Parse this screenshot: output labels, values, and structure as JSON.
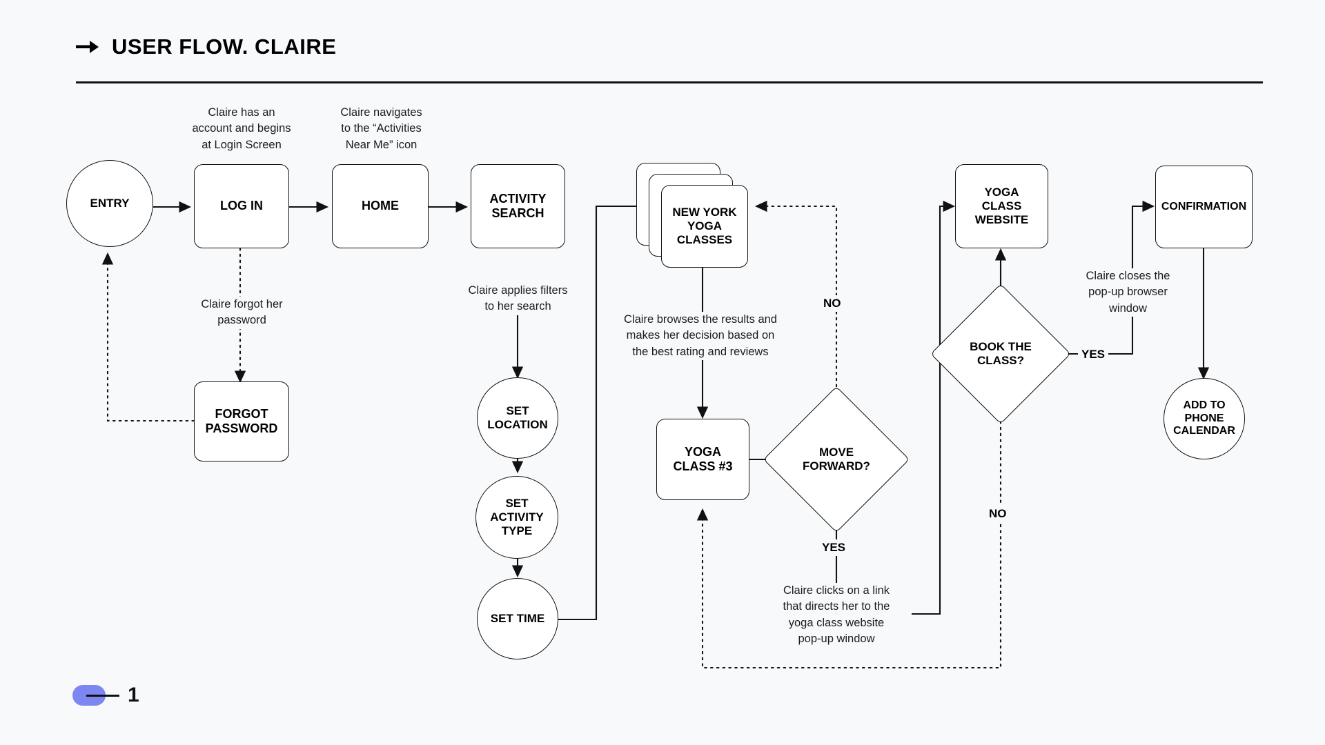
{
  "header": {
    "arrow_icon": "right-arrow-icon",
    "title": "USER FLOW. CLAIRE"
  },
  "footer": {
    "page_number": "1",
    "pill_color": "#7c87f2"
  },
  "colors": {
    "background": "#f7f9fb",
    "stroke": "#111111",
    "node_fill": "#ffffff",
    "accent": "#7c87f2"
  },
  "chart_data": {
    "type": "diagram",
    "title": "USER FLOW. CLAIRE",
    "nodes": [
      {
        "id": "entry",
        "label": "ENTRY",
        "shape": "circle"
      },
      {
        "id": "login",
        "label": "LOG IN",
        "shape": "rect"
      },
      {
        "id": "forgot",
        "label": "FORGOT\nPASSWORD",
        "shape": "rect"
      },
      {
        "id": "home",
        "label": "HOME",
        "shape": "rect"
      },
      {
        "id": "activity",
        "label": "ACTIVITY\nSEARCH",
        "shape": "rect"
      },
      {
        "id": "setloc",
        "label": "SET\nLOCATION",
        "shape": "circle"
      },
      {
        "id": "settype",
        "label": "SET\nACTIVITY\nTYPE",
        "shape": "circle"
      },
      {
        "id": "settime",
        "label": "SET TIME",
        "shape": "circle"
      },
      {
        "id": "nyyoga",
        "label": "NEW YORK\nYOGA\nCLASSES",
        "shape": "stack"
      },
      {
        "id": "yogaclass3",
        "label": "YOGA\nCLASS #3",
        "shape": "rect"
      },
      {
        "id": "moveforward",
        "label": "MOVE\nFORWARD?",
        "shape": "diamond"
      },
      {
        "id": "website",
        "label": "YOGA\nCLASS\nWEBSITE",
        "shape": "rect"
      },
      {
        "id": "booktheclass",
        "label": "BOOK THE\nCLASS?",
        "shape": "diamond"
      },
      {
        "id": "confirmation",
        "label": "CONFIRMATION",
        "shape": "rect"
      },
      {
        "id": "addcalendar",
        "label": "ADD TO\nPHONE\nCALENDAR",
        "shape": "circle"
      }
    ],
    "edges": [
      {
        "from": "entry",
        "to": "login",
        "style": "solid",
        "label": ""
      },
      {
        "from": "login",
        "to": "home",
        "style": "solid",
        "label": ""
      },
      {
        "from": "home",
        "to": "activity",
        "style": "solid",
        "label": ""
      },
      {
        "from": "login",
        "to": "forgot",
        "style": "dotted",
        "label": ""
      },
      {
        "from": "forgot",
        "to": "entry",
        "style": "dotted",
        "label": ""
      },
      {
        "from": "activity",
        "to": "setloc",
        "style": "solid",
        "label": ""
      },
      {
        "from": "setloc",
        "to": "settype",
        "style": "solid",
        "label": ""
      },
      {
        "from": "settype",
        "to": "settime",
        "style": "solid",
        "label": ""
      },
      {
        "from": "settime",
        "to": "nyyoga",
        "style": "solid",
        "label": ""
      },
      {
        "from": "nyyoga",
        "to": "yogaclass3",
        "style": "solid",
        "label": ""
      },
      {
        "from": "yogaclass3",
        "to": "moveforward",
        "style": "solid",
        "label": ""
      },
      {
        "from": "moveforward",
        "to": "nyyoga",
        "style": "dotted",
        "label": "NO"
      },
      {
        "from": "moveforward",
        "to": "website",
        "style": "solid",
        "label": "YES"
      },
      {
        "from": "booktheclass",
        "to": "website",
        "style": "solid",
        "label": ""
      },
      {
        "from": "booktheclass",
        "to": "confirmation",
        "style": "solid",
        "label": "YES"
      },
      {
        "from": "booktheclass",
        "to": "yogaclass3",
        "style": "dotted",
        "label": "NO"
      },
      {
        "from": "confirmation",
        "to": "addcalendar",
        "style": "solid",
        "label": ""
      }
    ]
  },
  "nodes": {
    "entry": {
      "label": "ENTRY"
    },
    "login": {
      "label": "LOG IN"
    },
    "forgot_l1": {
      "label": "FORGOT"
    },
    "forgot_l2": {
      "label": "PASSWORD"
    },
    "home": {
      "label": "HOME"
    },
    "activity_l1": {
      "label": "ACTIVITY"
    },
    "activity_l2": {
      "label": "SEARCH"
    },
    "setloc_l1": {
      "label": "SET"
    },
    "setloc_l2": {
      "label": "LOCATION"
    },
    "settype_l1": {
      "label": "SET"
    },
    "settype_l2": {
      "label": "ACTIVITY"
    },
    "settype_l3": {
      "label": "TYPE"
    },
    "settime": {
      "label": "SET TIME"
    },
    "nyyoga_l1": {
      "label": "NEW YORK"
    },
    "nyyoga_l2": {
      "label": "YOGA"
    },
    "nyyoga_l3": {
      "label": "CLASSES"
    },
    "yogaclass_l1": {
      "label": "YOGA"
    },
    "yogaclass_l2": {
      "label": "CLASS #3"
    },
    "moveforward_l1": {
      "label": "MOVE"
    },
    "moveforward_l2": {
      "label": "FORWARD?"
    },
    "website_l1": {
      "label": "YOGA"
    },
    "website_l2": {
      "label": "CLASS"
    },
    "website_l3": {
      "label": "WEBSITE"
    },
    "book_l1": {
      "label": "BOOK THE"
    },
    "book_l2": {
      "label": "CLASS?"
    },
    "confirmation": {
      "label": "CONFIRMATION"
    },
    "calendar_l1": {
      "label": "ADD TO"
    },
    "calendar_l2": {
      "label": "PHONE"
    },
    "calendar_l3": {
      "label": "CALENDAR"
    }
  },
  "notes": {
    "login_note": "Claire has an\naccount and begins\nat Login Screen",
    "home_note": "Claire navigates\nto the “Activities\nNear Me” icon",
    "forgot_note": "Claire forgot her\npassword",
    "filters_note": "Claire applies filters\nto her search",
    "browse_note": "Claire browses the results and\nmakes her decision based on\nthe best rating and reviews",
    "link_note": "Claire clicks on a link\nthat directs her to the\nyoga class website\npop-up window",
    "closes_note": "Claire closes the\npop-up browser\nwindow"
  },
  "edge_labels": {
    "move_no": "NO",
    "move_yes": "YES",
    "book_yes": "YES",
    "book_no": "NO"
  }
}
